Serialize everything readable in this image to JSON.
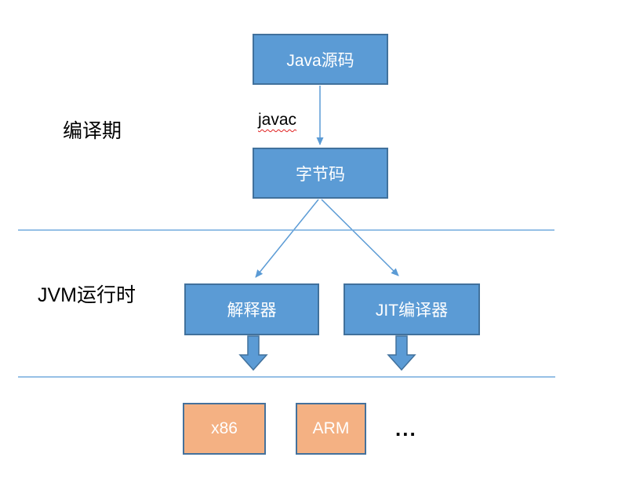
{
  "diagram": {
    "nodes": {
      "java_source": "Java源码",
      "bytecode": "字节码",
      "interpreter": "解释器",
      "jit_compiler": "JIT编译器",
      "x86": "x86",
      "arm": "ARM"
    },
    "labels": {
      "compile_phase": "编译期",
      "javac": "javac",
      "jvm_runtime": "JVM运行时",
      "ellipsis": "..."
    }
  },
  "colors": {
    "box_fill": "#5B9BD5",
    "box_border": "#41719C",
    "arch_fill": "#F4B183",
    "arch_border": "#44719C",
    "arrow": "#5B9BD5",
    "divider": "#74ABDE",
    "node_text": "#FFFFFF",
    "label_text": "#000000",
    "squiggle": "#E02020"
  }
}
